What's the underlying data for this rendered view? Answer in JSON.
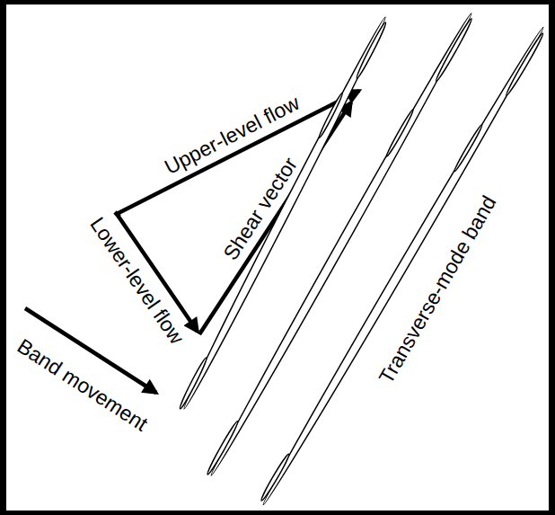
{
  "diagram": {
    "labels": [
      "Upper-level flow",
      "Shear vector",
      "Lower-level flow",
      "Band movement",
      "Transverse-mode band"
    ]
  }
}
